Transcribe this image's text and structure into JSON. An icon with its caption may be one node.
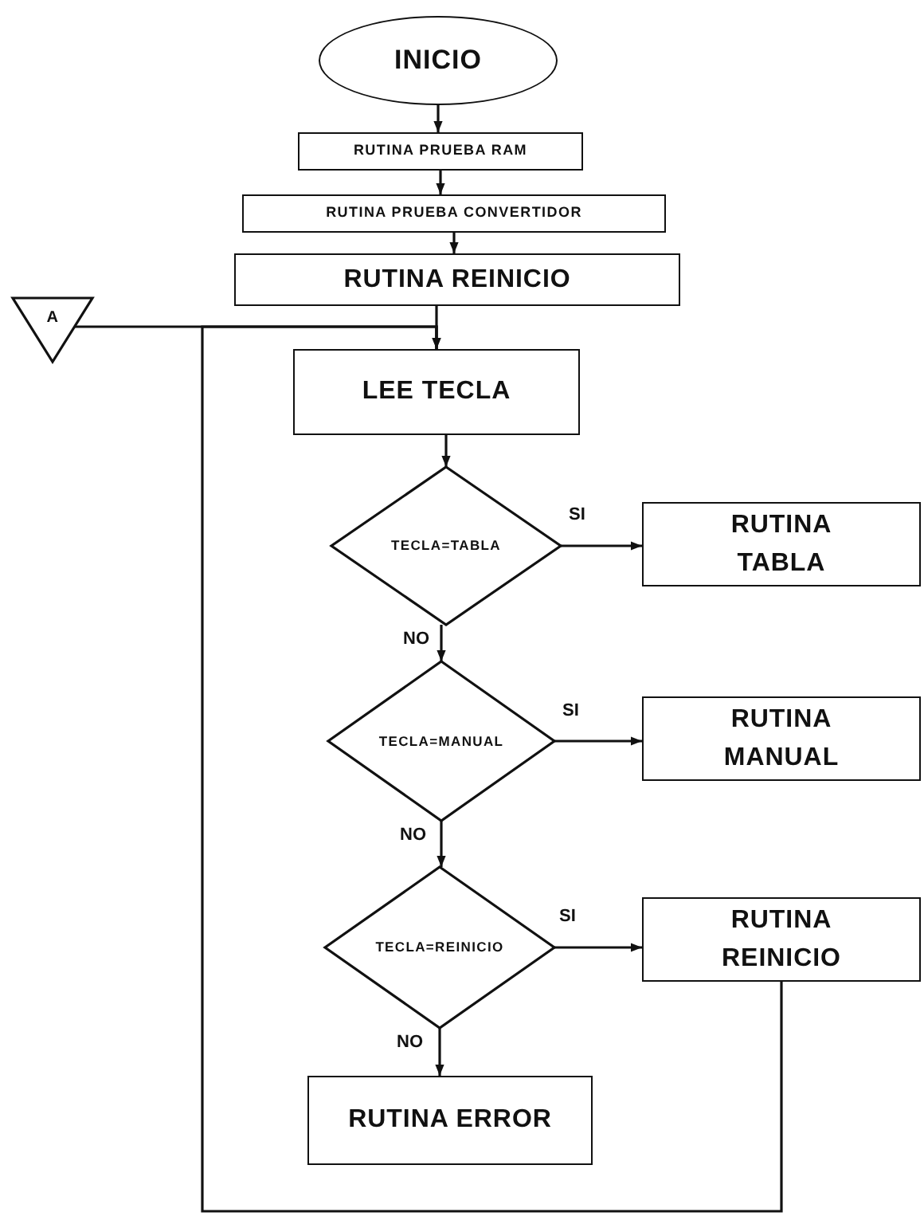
{
  "diagram": {
    "nodes": [
      {
        "text": [
          "INICIO"
        ]
      },
      {
        "text": [
          "RUTINA PRUEBA RAM"
        ]
      },
      {
        "text": [
          "RUTINA PRUEBA CONVERTIDOR"
        ]
      },
      {
        "text": [
          "RUTINA REINICIO"
        ]
      },
      {
        "text": [
          "A"
        ]
      },
      {
        "text": [
          "LEE TECLA"
        ]
      },
      {
        "text": [
          "TECLA=TABLA"
        ]
      },
      {
        "text": [
          "RUTINA TABLA"
        ]
      },
      {
        "text": [
          "TECLA=MANUAL"
        ]
      },
      {
        "text": [
          "RUTINA MANUAL"
        ]
      },
      {
        "text": [
          "TECLA=REINICIO"
        ]
      },
      {
        "text": [
          "RUTINA REINICIO"
        ]
      },
      {
        "text": [
          "RUTINA ERROR"
        ]
      }
    ],
    "edges": [
      {
        "from": 0,
        "to": 1,
        "arrow": "to"
      },
      {
        "from": 1,
        "to": 2,
        "arrow": "to"
      },
      {
        "from": 2,
        "to": 3,
        "arrow": "to"
      },
      {
        "from": 3,
        "to": 5,
        "arrow": "to"
      },
      {
        "from": 4,
        "to": 5,
        "arrow": "to"
      },
      {
        "from": 5,
        "to": 6,
        "arrow": "to"
      },
      {
        "from": 6,
        "to": 7,
        "label": "SI",
        "arrow": "to"
      },
      {
        "from": 6,
        "to": 8,
        "label": "NO",
        "arrow": "to"
      },
      {
        "from": 8,
        "to": 9,
        "label": "SI",
        "arrow": "to"
      },
      {
        "from": 8,
        "to": 10,
        "label": "NO",
        "arrow": "to"
      },
      {
        "from": 10,
        "to": 11,
        "label": "SI",
        "arrow": "to"
      },
      {
        "from": 10,
        "to": 12,
        "label": "NO",
        "arrow": "to"
      },
      {
        "from": 11,
        "to": 5,
        "arrow": "none"
      }
    ]
  }
}
